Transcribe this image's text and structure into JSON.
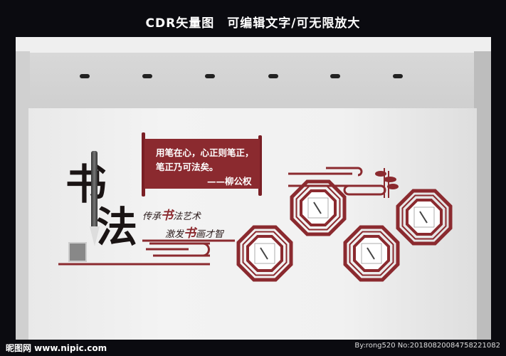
{
  "header": {
    "title": "CDR矢量图　可编辑文字/可无限放大"
  },
  "quote": {
    "line1": "用笔在心，心正则笔正，",
    "line2": "笔正乃可法矣。",
    "author": "——柳公权"
  },
  "calligraphy": {
    "char1": "书",
    "char2": "法"
  },
  "slogan": {
    "line1_pre": "传承",
    "line1_hl": "书",
    "line1_post": "法艺术",
    "line2_pre": "激发",
    "line2_hl": "书",
    "line2_post": "画才智"
  },
  "footer": {
    "site": "昵图网 www.nipic.com",
    "id": "By:rong520 No:20180820084758221082"
  },
  "colors": {
    "accent": "#8b2a2f",
    "background": "#0b0b10"
  },
  "icons": [
    "bamboo-icon",
    "brush-icon",
    "seal-icon",
    "spotlight-icon"
  ]
}
